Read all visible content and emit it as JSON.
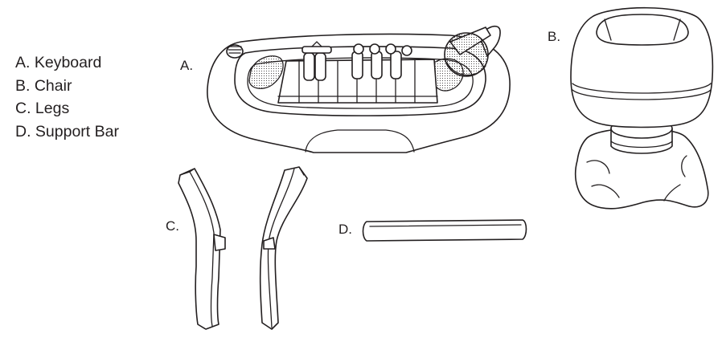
{
  "legend": [
    {
      "letter": "A.",
      "name": "Keyboard",
      "text": "A. Keyboard"
    },
    {
      "letter": "B.",
      "name": "Chair",
      "text": "B. Chair"
    },
    {
      "letter": "C.",
      "name": "Legs",
      "text": "C. Legs"
    },
    {
      "letter": "D.",
      "name": "Support Bar",
      "text": "D. Support Bar"
    }
  ],
  "callouts": {
    "keyboard": "A.",
    "chair": "B.",
    "legs": "C.",
    "support_bar": "D."
  },
  "colors": {
    "line": "#231f20",
    "background": "#ffffff"
  }
}
